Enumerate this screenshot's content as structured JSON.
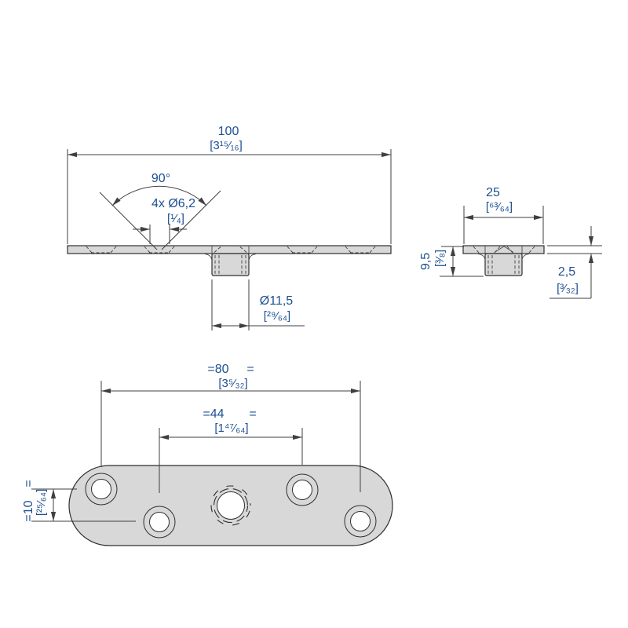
{
  "drawing_type": "technical-dimension-drawing",
  "colors": {
    "dimension_text": "#1d4f91",
    "part_fill": "#d8d8d8",
    "line": "#2f2f2f",
    "background": "#ffffff"
  },
  "front_view": {
    "width_mm": "100",
    "width_in": "[3¹⁵⁄₁₆]",
    "countersink_angle": "90°",
    "holes_mm": "4x Ø6,2",
    "holes_in": "[¹⁄₄]",
    "boss_dia_mm": "Ø11,5",
    "boss_dia_in": "[²⁹⁄₆₄]"
  },
  "end_view": {
    "depth_mm": "25",
    "depth_in": "[⁶³⁄₆₄]",
    "height_mm": "9,5",
    "height_in": "[³⁄₈]",
    "thickness_mm": "2,5",
    "thickness_in": "[³⁄₃₂]"
  },
  "plan_view": {
    "outer_span_mm": "=80",
    "outer_span_eq": "=",
    "outer_span_in": "[3⁵⁄₃₂]",
    "inner_span_mm": "=44",
    "inner_span_eq": "=",
    "inner_span_in": "[1⁴⁷⁄₆₄]",
    "row_offset_mm": "=10",
    "row_offset_eq": "=",
    "row_offset_in": "[²⁵⁄₆₄]"
  }
}
